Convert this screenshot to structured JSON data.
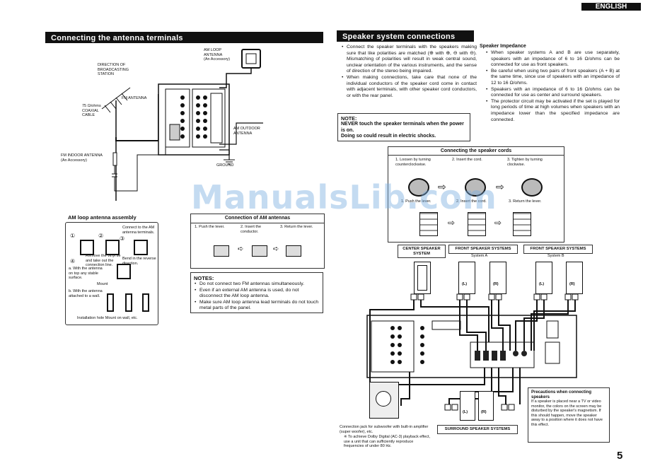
{
  "header": {
    "language": "ENGLISH",
    "page_number": "5"
  },
  "watermark": "ManualsLib.com",
  "antenna": {
    "title": "Connecting the antenna terminals",
    "labels": {
      "direction": "DIRECTION OF\nBROADCASTING\nSTATION",
      "fm_antenna": "FM ANTENNA",
      "coax": "75 Ω/ohms\nCOAXIAL\nCABLE",
      "am_loop": "AM LOOP\nANTENNA\n(An Accessory)",
      "am_outdoor": "AM OUTDOOR\nANTENNA",
      "fm_indoor": "FM INDOOR ANTENNA\n(An Accessory)",
      "ground": "GROUND"
    }
  },
  "am_loop_assembly": {
    "title": "AM loop antenna assembly",
    "steps": [
      "①",
      "②",
      "③",
      "④"
    ],
    "labels": {
      "connect": "Connect to the AM\nantenna terminals.",
      "remove": "Remove the vinyl tie\nand take out the\nconnection line.",
      "bend": "Bend in the reverse\ndirection.",
      "a_top": "a. With the antenna\non top any stable\nsurface.",
      "mount": "Mount",
      "b_wall": "b. With the antenna\nattached to a wall.",
      "hole": "Installation hole Mount on wall, etc."
    }
  },
  "am_connection": {
    "title": "Connection of AM antennas",
    "steps": [
      "1. Push the lever.",
      "2. Insert the\nconductor.",
      "3. Return the lever."
    ]
  },
  "antenna_notes": {
    "heading": "NOTES:",
    "items": [
      "Do not connect two FM antennas simultaneously.",
      "Even if an external AM antenna is used, do not disconnect the AM loop antenna.",
      "Make sure AM loop antenna lead terminals do not touch metal parts of the panel."
    ]
  },
  "speaker": {
    "title": "Speaker system connections",
    "bullets": [
      "Connect the speaker terminals with the speakers making sure that like polarities are matched (⊕ with ⊕, ⊖ with ⊖). Mismatching of polarities will result in weak central sound, unclear orientation of the various instruments, and the sense of direction of the stereo being impaired.",
      "When making connections, take care that none of the individual conductors of the speaker cord come in contact with adjacent terminals, with other speaker cord conductors, or with the rear panel."
    ],
    "note": {
      "heading": "NOTE:",
      "lines": [
        "NEVER touch the speaker terminals when the power is on.",
        "Doing so could result in electric shocks."
      ]
    },
    "impedance": {
      "heading": "Speaker Impedance",
      "items": [
        "When speaker systems A and B are use separately, speakers with an impedance of 6 to 16 Ω/ohms can be connected for use as front speakers.",
        "Be careful when using two pairs of front speakers (A + B) at the same time, since use of speakers with an impedance of 12 to 16 Ω/ohms.",
        "Speakers with an impedance of 6 to 16 Ω/ohms can be connected for use as center and surround speakers.",
        "The protector circuit may be activated if the set is played for long periods of time at high volumes when speakers with an impedance lower than the specified impedance are connected."
      ]
    }
  },
  "cords": {
    "title": "Connecting the speaker cords",
    "steps": [
      "1. Loosen by turning\ncounterclockwise.",
      "2. Insert the cord.",
      "3. Tighten by turning\nclockwise."
    ],
    "alt_steps": [
      "1. Push the lever.",
      "2. Insert the cord.",
      "3. Return the lever."
    ],
    "arrow": "⇨"
  },
  "systems": {
    "center": "CENTER SPEAKER\nSYSTEM",
    "front": "FRONT SPEAKER SYSTEMS",
    "front_a": "System A",
    "front_b": "System B",
    "surround": "SURROUND SPEAKER SYSTEMS",
    "left": "(L)",
    "right": "(R)"
  },
  "subwoofer": {
    "caption": "Connection jack for subwoofer with built-in amplifier (super woofer), etc.",
    "note": "※ To achieve Dolby Digital (AC-3) playback effect, use a unit that can sufficiently reproduce frequencies of under 80 Hz."
  },
  "precautions": {
    "heading": "Precautions when connecting speakers",
    "text": "If a speaker is placed near a TV or video monitor, the colors on the screen may be disturbed by the speaker's magnetism. If this should happen, move the speaker away to a position where it does not have this effect."
  }
}
